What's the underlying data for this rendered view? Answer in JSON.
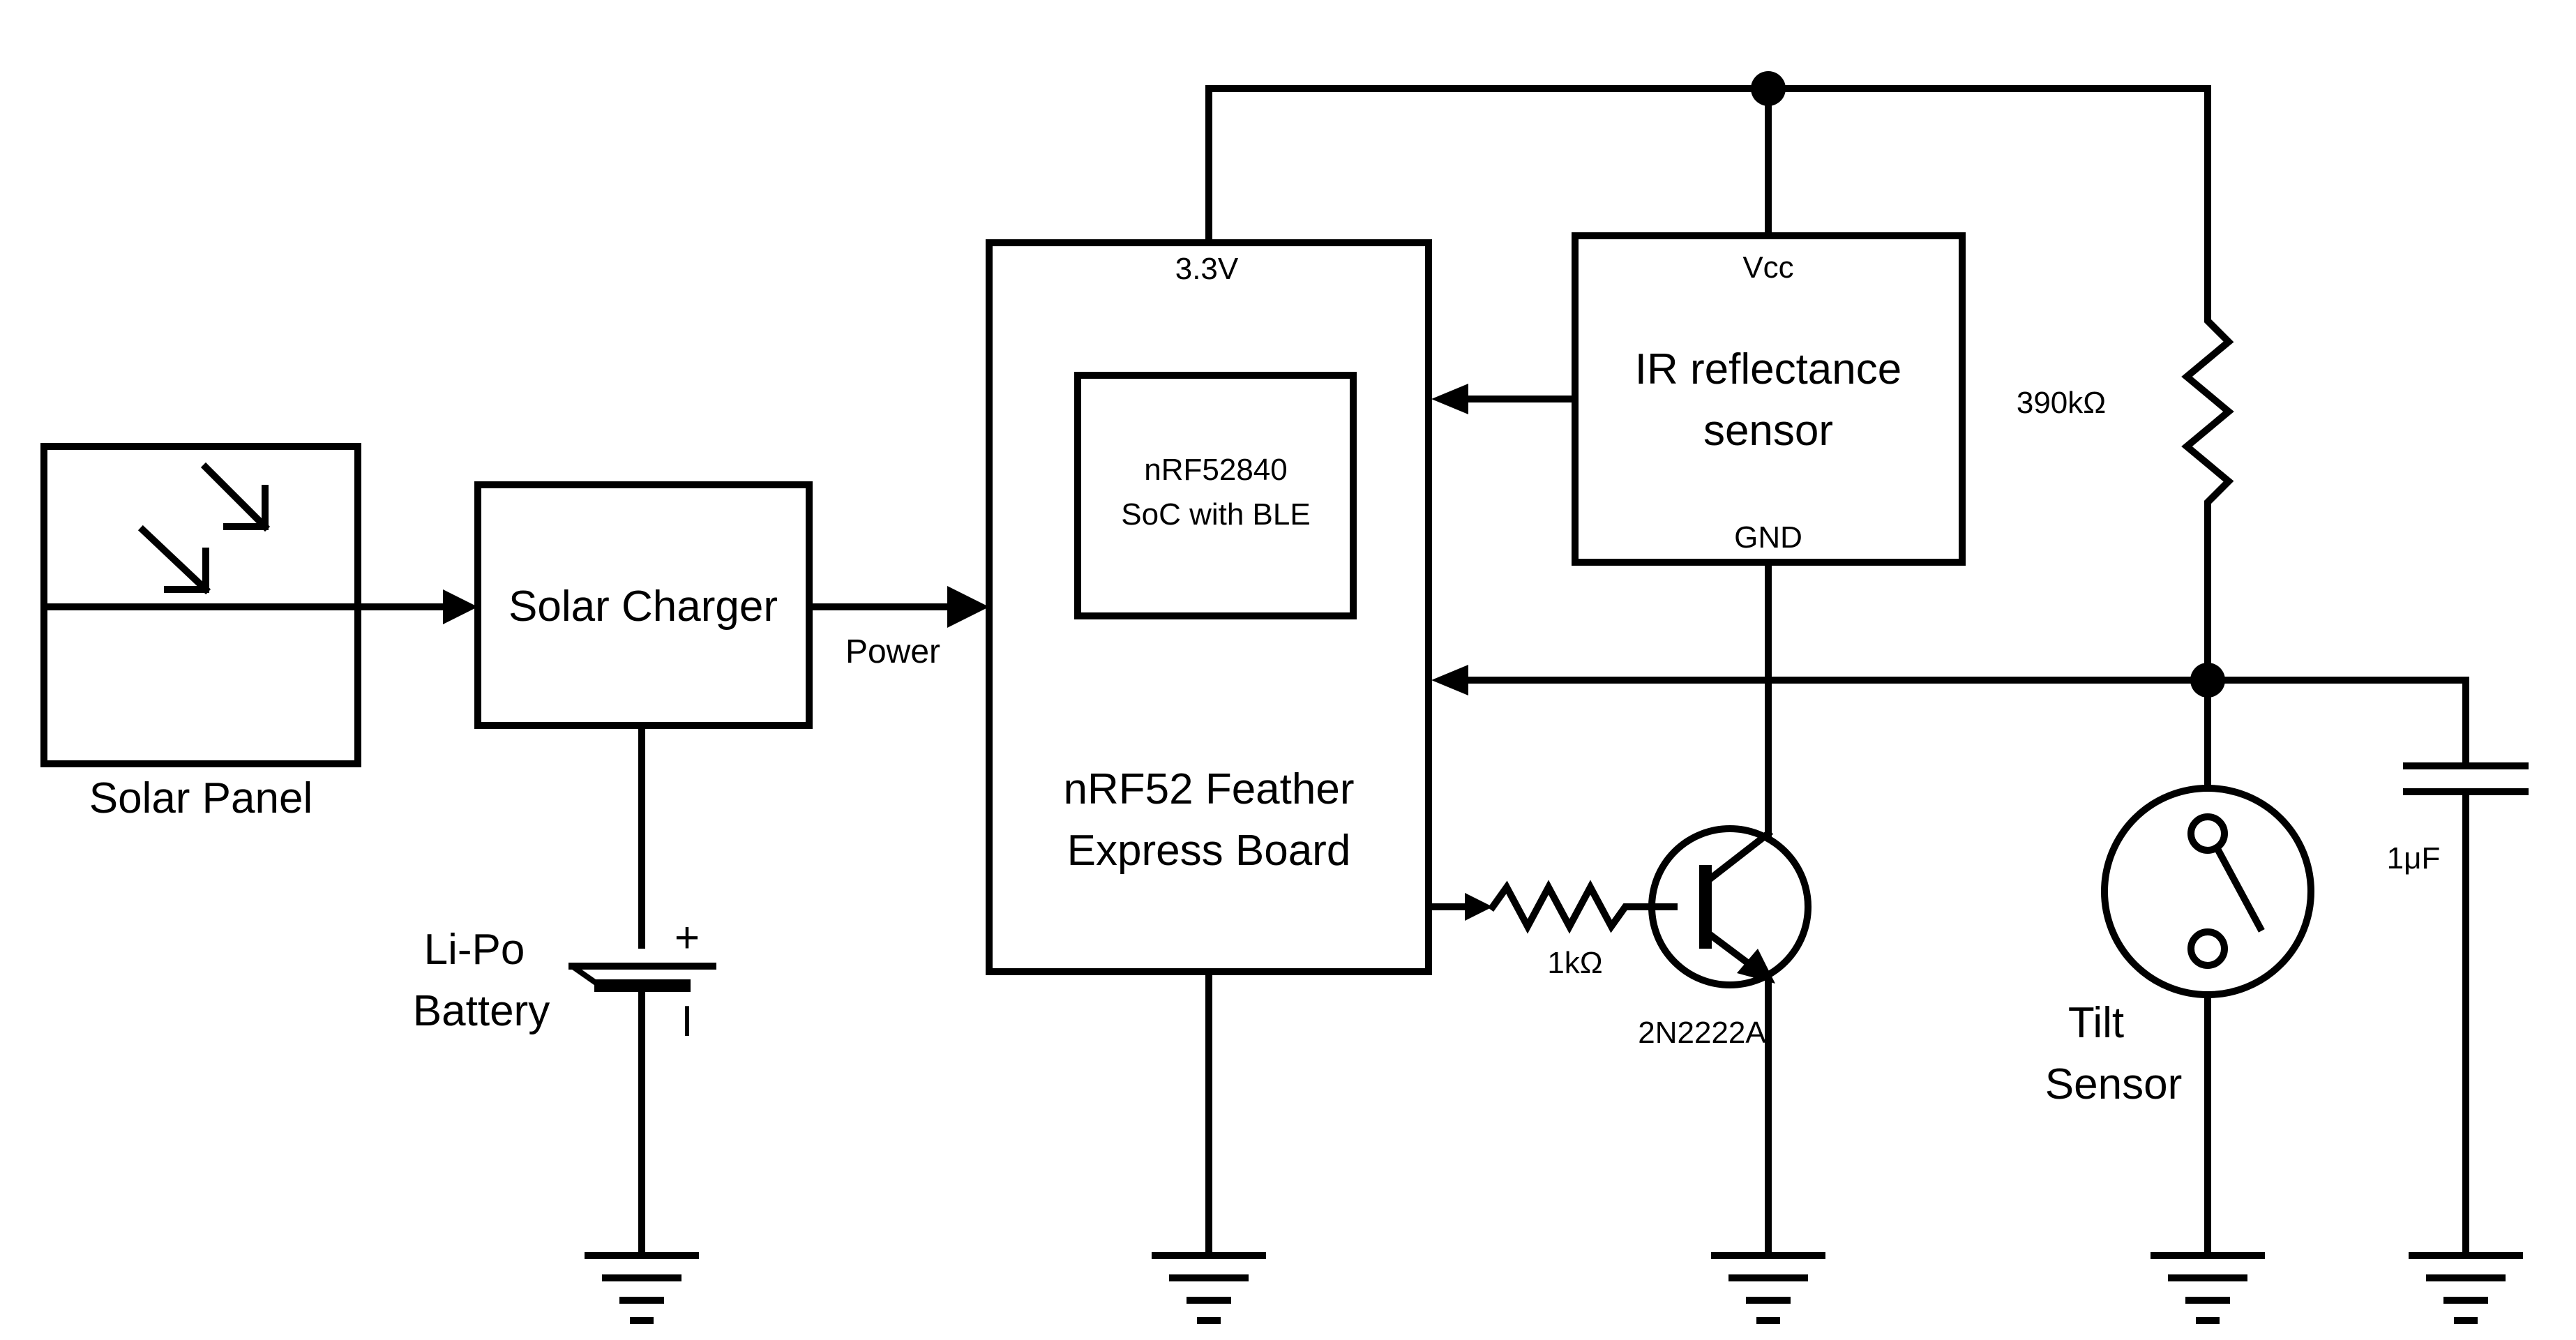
{
  "components": {
    "solar_panel": "Solar Panel",
    "solar_charger": "Solar Charger",
    "power_label": "Power",
    "battery_line1": "Li-Po",
    "battery_line2": "Battery",
    "battery_plus": "+",
    "battery_minus": "I",
    "board_line1": "nRF52 Feather",
    "board_line2": "Express Board",
    "board_pin": "3.3V",
    "soc_line1": "nRF52840",
    "soc_line2": "SoC with BLE",
    "ir_line1": "IR reflectance",
    "ir_line2": "sensor",
    "ir_vcc": "Vcc",
    "ir_gnd": "GND",
    "r_base": "1kΩ",
    "r_pullup": "390kΩ",
    "transistor": "2N2222A",
    "tilt_line1": "Tilt",
    "tilt_line2": "Sensor",
    "capacitor": "1μF"
  }
}
